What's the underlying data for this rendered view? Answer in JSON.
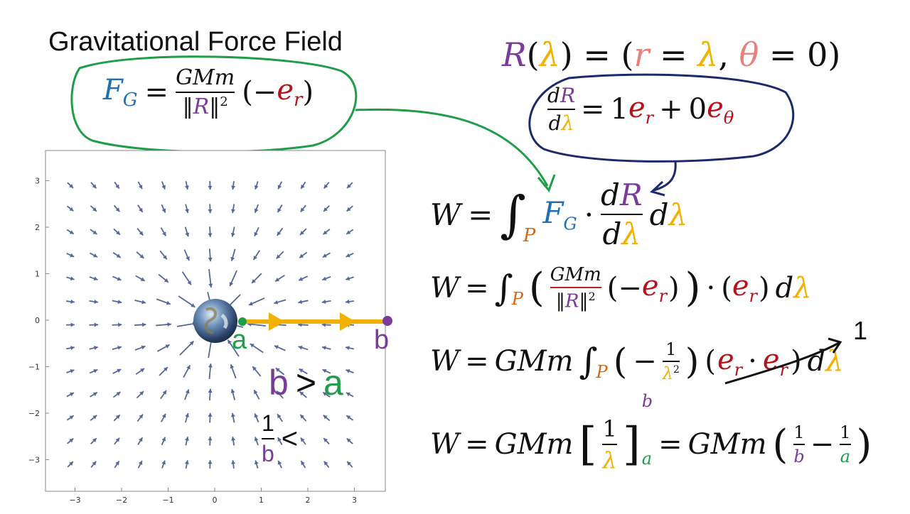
{
  "title": "Gravitational Force Field",
  "equations": {
    "force": {
      "F": "F",
      "sub": "G",
      "eq": "=",
      "num": "GMm",
      "den_R": "R",
      "den_pow": "2",
      "minus": "(−",
      "er": "e",
      "er_sub": "r",
      "close": ")"
    },
    "path": {
      "R": "R",
      "lam": "λ",
      "r": "r",
      "theta": "θ",
      "zero": "0",
      "eq": "="
    },
    "deriv": {
      "d": "d",
      "R": "R",
      "lam": "λ",
      "one": "1",
      "plus": "+",
      "zero": "0",
      "e": "e",
      "r": "r",
      "theta": "θ"
    },
    "w1": {
      "W": "W",
      "P": "P",
      "dot": "·",
      "d": "d",
      "lam": "λ"
    },
    "w2": {
      "num": "GMm",
      "R": "R",
      "pow": "2"
    },
    "w3": {
      "GMm": "GMm",
      "one": "1",
      "pow": "2",
      "minus": "−"
    },
    "w4": {
      "GMm": "GMm",
      "one": "1",
      "b": "b",
      "a": "a",
      "minus": "−"
    }
  },
  "annotations": {
    "a_label": "a",
    "b_label": "b",
    "b_gt_a": [
      "b",
      ">",
      "a"
    ],
    "inv_b": [
      "1",
      "b",
      "<"
    ],
    "one_mark": "1"
  },
  "plot": {
    "x_ticks": [
      "−3",
      "−2",
      "−1",
      "0",
      "1",
      "2",
      "3"
    ],
    "y_ticks": [
      "3",
      "2",
      "1",
      "0",
      "−1",
      "−2",
      "−3"
    ]
  },
  "colors": {
    "blue": "#1f6fb2",
    "red": "#b5121b",
    "purple": "#7a3c9a",
    "yellow": "#f2b100",
    "green": "#1f9d48",
    "salmon": "#e8817a",
    "arrow": "#55679a",
    "planet": "earth-globe"
  }
}
